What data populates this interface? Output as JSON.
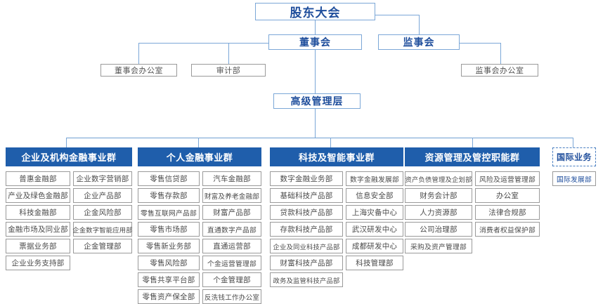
{
  "chart_title": "",
  "colors": {
    "group_header_bg": "#1f5eab",
    "connector": "#7ba7d7",
    "top_box_border": "#7ba7d7",
    "top_box_text": "#1f4e9c",
    "cell_border": "#9a9a9a",
    "cell_text": "#4a4a4a"
  },
  "top": {
    "shareholders_meeting": "股东大会",
    "board_of_directors": "董事会",
    "board_of_supervisors": "监事会",
    "senior_management": "高级管理层"
  },
  "staff_offices": {
    "board_office": "董事会办公室",
    "audit_department": "审计部",
    "supervisors_office": "监事会办公室"
  },
  "groups": [
    {
      "id": "corporate-institutional-finance",
      "header": "企业及机构金融事业群",
      "columns": [
        [
          "普惠金融部",
          "产业及绿色金融部",
          "科技金融部",
          "金融市场及同业部",
          "票据业务部",
          "企业业务支持部"
        ],
        [
          "企业数字营销部",
          "企业产品部",
          "企金风险部",
          "企金数字智能应用部",
          "企金管理部"
        ]
      ]
    },
    {
      "id": "personal-finance",
      "header": "个人金融事业群",
      "columns": [
        [
          "零售信贷部",
          "零售存款部",
          "零售互联网产品部",
          "零售市场部",
          "零售新业务部",
          "零售风险部",
          "零售共享平台部",
          "零售资产保全部"
        ],
        [
          "汽车金融部",
          "财富及养老金融部",
          "财富产品部",
          "直通数字产品部",
          "直通运营部",
          "个金运营管理部",
          "个金管理部",
          "反洗钱工作办公室"
        ]
      ]
    },
    {
      "id": "technology-intelligence",
      "header": "科技及智能事业群",
      "columns": [
        [
          "数字金融业务部",
          "基础科技产品部",
          "贷款科技产品部",
          "存款科技产品部",
          "企业及同业科技产品部",
          "财富科技产品部",
          "政务及监管科技产品部"
        ],
        [
          "数字金融发展部",
          "信息安全部",
          "上海灾备中心",
          "武汉研发中心",
          "成都研发中心",
          "科技管理部"
        ]
      ]
    },
    {
      "id": "resource-management-control",
      "header": "资源管理及管控职能群",
      "columns": [
        [
          "资产负债管理及企划部",
          "财务会计部",
          "人力资源部",
          "公司治理部",
          "采购及资产管理部"
        ],
        [
          "风险及运营管理部",
          "办公室",
          "法律合规部",
          "消费者权益保护部"
        ]
      ]
    },
    {
      "id": "international-business",
      "header": "国际业务",
      "columns": [
        [
          "国际发展部"
        ]
      ]
    }
  ]
}
